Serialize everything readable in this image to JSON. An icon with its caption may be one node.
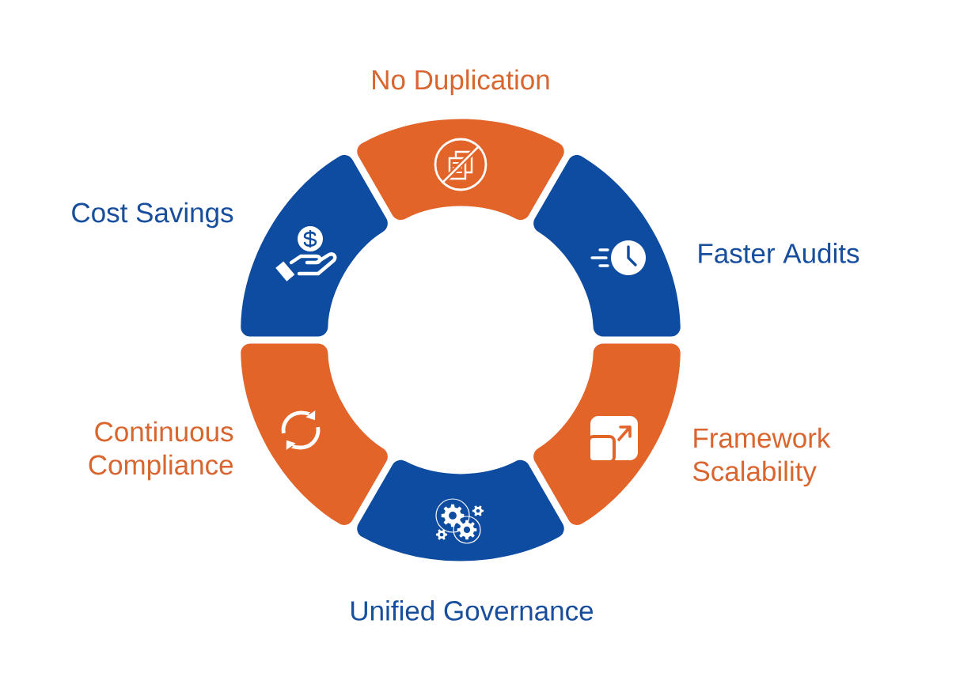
{
  "diagram": {
    "nodes": [
      {
        "text": [
          "No Duplication"
        ]
      },
      {
        "text": [
          "Faster Audits"
        ]
      },
      {
        "text": [
          "Framework Scalability"
        ]
      },
      {
        "text": [
          "Unified Governance"
        ]
      },
      {
        "text": [
          "Continuous Compliance"
        ]
      },
      {
        "text": [
          "Cost Savings"
        ]
      }
    ]
  }
}
